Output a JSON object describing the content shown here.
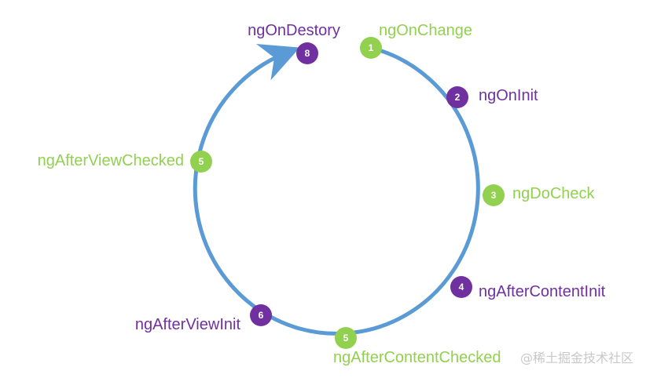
{
  "colors": {
    "cycle": "#5b9bd5",
    "green": "#92d050",
    "purple": "#7030a0",
    "node_text": "#ffffff"
  },
  "hooks": [
    {
      "number": "1",
      "label": "ngOnChange",
      "color": "green"
    },
    {
      "number": "2",
      "label": "ngOnInit",
      "color": "purple"
    },
    {
      "number": "3",
      "label": "ngDoCheck",
      "color": "green"
    },
    {
      "number": "4",
      "label": "ngAfterContentInit",
      "color": "purple"
    },
    {
      "number": "5",
      "label": "ngAfterContentChecked",
      "color": "green"
    },
    {
      "number": "6",
      "label": "ngAfterViewInit",
      "color": "purple"
    },
    {
      "number": "5",
      "label": "ngAfterViewChecked",
      "color": "green"
    },
    {
      "number": "8",
      "label": "ngOnDestory",
      "color": "purple"
    }
  ],
  "watermark": "@稀土掘金技术社区"
}
